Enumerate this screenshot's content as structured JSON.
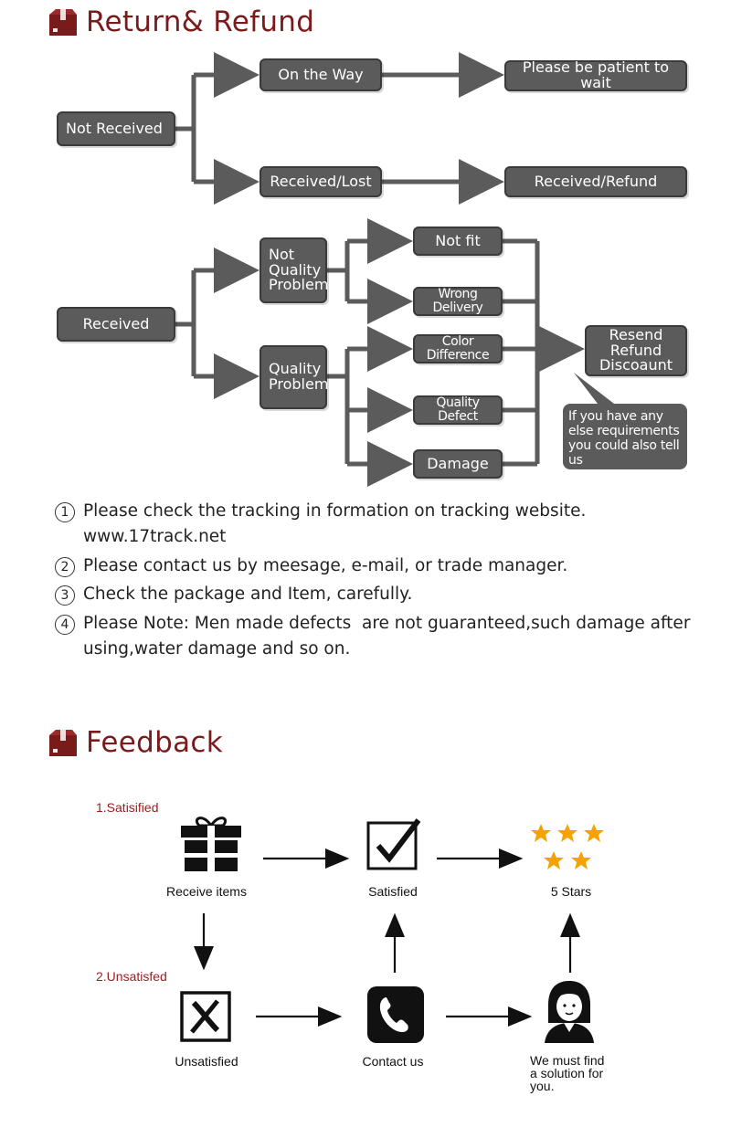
{
  "return_section": {
    "title": "Return& Refund",
    "not_received": {
      "root": "Not Received",
      "branch_top": "On the Way",
      "branch_top_result": "Please be patient to wait",
      "branch_bottom": "Received/Lost",
      "branch_bottom_result": "Received/Refund"
    },
    "received": {
      "root": "Received",
      "not_quality": "Not Quality Problem",
      "quality": "Quality Problem",
      "outcomes": [
        "Not fit",
        "Wrong Delivery",
        "Color Difference",
        "Quality Defect",
        "Damage"
      ],
      "resolution": "Resend Refund Discoaunt",
      "bubble": "If you have any else requirements you could also tell us"
    }
  },
  "notes": [
    {
      "num": "1",
      "text": "Please check the tracking in formation on tracking website. www.17track.net"
    },
    {
      "num": "2",
      "text": "Please contact us by meesage, e-mail, or trade manager."
    },
    {
      "num": "3",
      "text": "Check the package and Item, carefully."
    },
    {
      "num": "4",
      "text": "Please Note: Men made defects  are not guaranteed,such damage after using,water damage and so on."
    }
  ],
  "feedback_section": {
    "title": "Feedback",
    "label_satisfied": "1.Satisified",
    "label_unsatisfied": "2.Unsatisfed",
    "captions": {
      "receive": "Receive items",
      "satisfied": "Satisfied",
      "stars": "5 Stars",
      "unsatisfied": "Unsatisfied",
      "contact": "Contact us",
      "solution": "We must find a solution for you."
    },
    "icons": [
      "gift-icon",
      "checkbox-check-icon",
      "stars-icon",
      "checkbox-x-icon",
      "phone-icon",
      "support-agent-icon"
    ],
    "colors": {
      "title": "#7a1b1b",
      "label": "#9b1d1d",
      "star": "#f5a300",
      "node": "#5b5b5b"
    }
  }
}
